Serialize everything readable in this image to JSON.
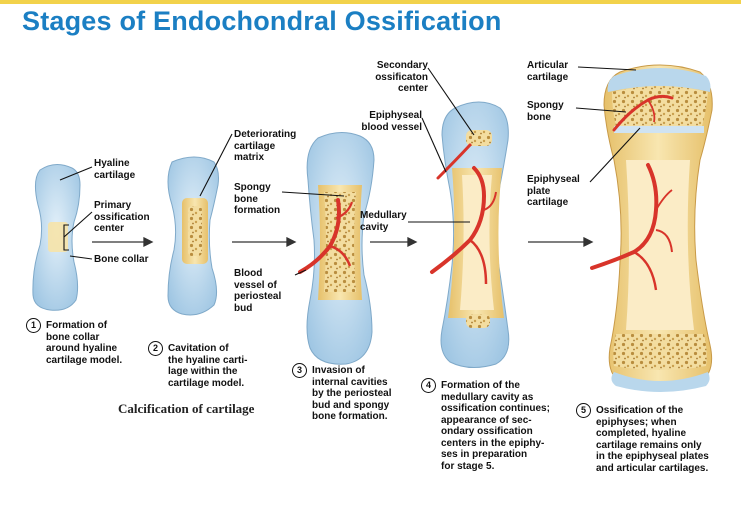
{
  "title": "Stages of Endochondral Ossification",
  "labels": {
    "hyaline_cartilage": "Hyaline\ncartilage",
    "primary_center": "Primary\nossification\ncenter",
    "bone_collar": "Bone collar",
    "deteriorating_matrix": "Deteriorating\ncartilage\nmatrix",
    "spongy_formation": "Spongy\nbone\nformation",
    "blood_vessel_bud": "Blood\nvessel of\nperiosteal\nbud",
    "secondary_center": "Secondary\nossificaton\ncenter",
    "epiphyseal_vessel": "Epiphyseal\nblood vessel",
    "medullary_cavity": "Medullary\ncavity",
    "articular_cartilage": "Articular\ncartilage",
    "spongy_bone": "Spongy\nbone",
    "epiphyseal_plate": "Epiphyseal\nplate\ncartilage"
  },
  "steps": [
    {
      "number": "1",
      "text": "Formation of\nbone collar\naround hyaline\ncartilage model."
    },
    {
      "number": "2",
      "text": "Cavitation of\nthe hyaline carti-\nlage within the\ncartilage model."
    },
    {
      "number": "3",
      "text": "Invasion of\ninternal cavities\nby the periosteal\nbud and spongy\nbone formation."
    },
    {
      "number": "4",
      "text": "Formation of the\nmedullary cavity as\nossification continues;\nappearance of sec-\nondary ossification\ncenters in the epiphy-\nses in preparation\nfor stage 5."
    },
    {
      "number": "5",
      "text": "Ossification of the\nepiphyses; when\ncompleted, hyaline\ncartilage remains only\nin the epiphyseal plates\nand articular cartilages."
    }
  ],
  "caption": "Calcification of cartilage",
  "colors": {
    "title": "#1b7fc3",
    "cartilage": "#b9d7ec",
    "bone": "#f0d68a",
    "vessel": "#d8342a",
    "accent_line": "#f2d24b"
  }
}
